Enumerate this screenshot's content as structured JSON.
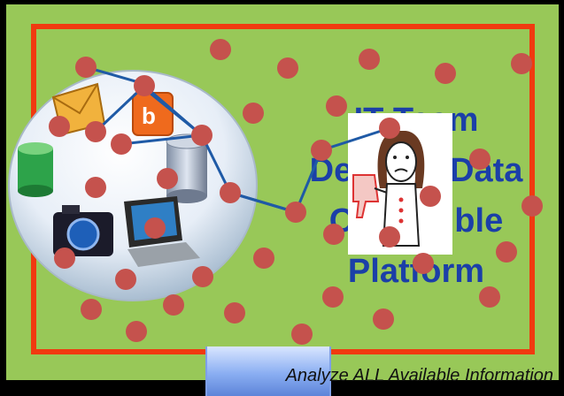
{
  "slide": {
    "headline": [
      "IT Team",
      "Designs Data",
      "Or Flexible",
      "Platform"
    ],
    "footer": "Analyze ALL Available Information"
  },
  "colors": {
    "background": "#98c858",
    "frame": "#f03a10",
    "dots": "#c5524d",
    "headline": "#1b3fa8",
    "links": "#1f5aa6"
  },
  "icons": [
    "email-icon",
    "blog-icon",
    "database-icon",
    "camera-icon",
    "laptop-icon",
    "thumbs-down-person-icon"
  ]
}
